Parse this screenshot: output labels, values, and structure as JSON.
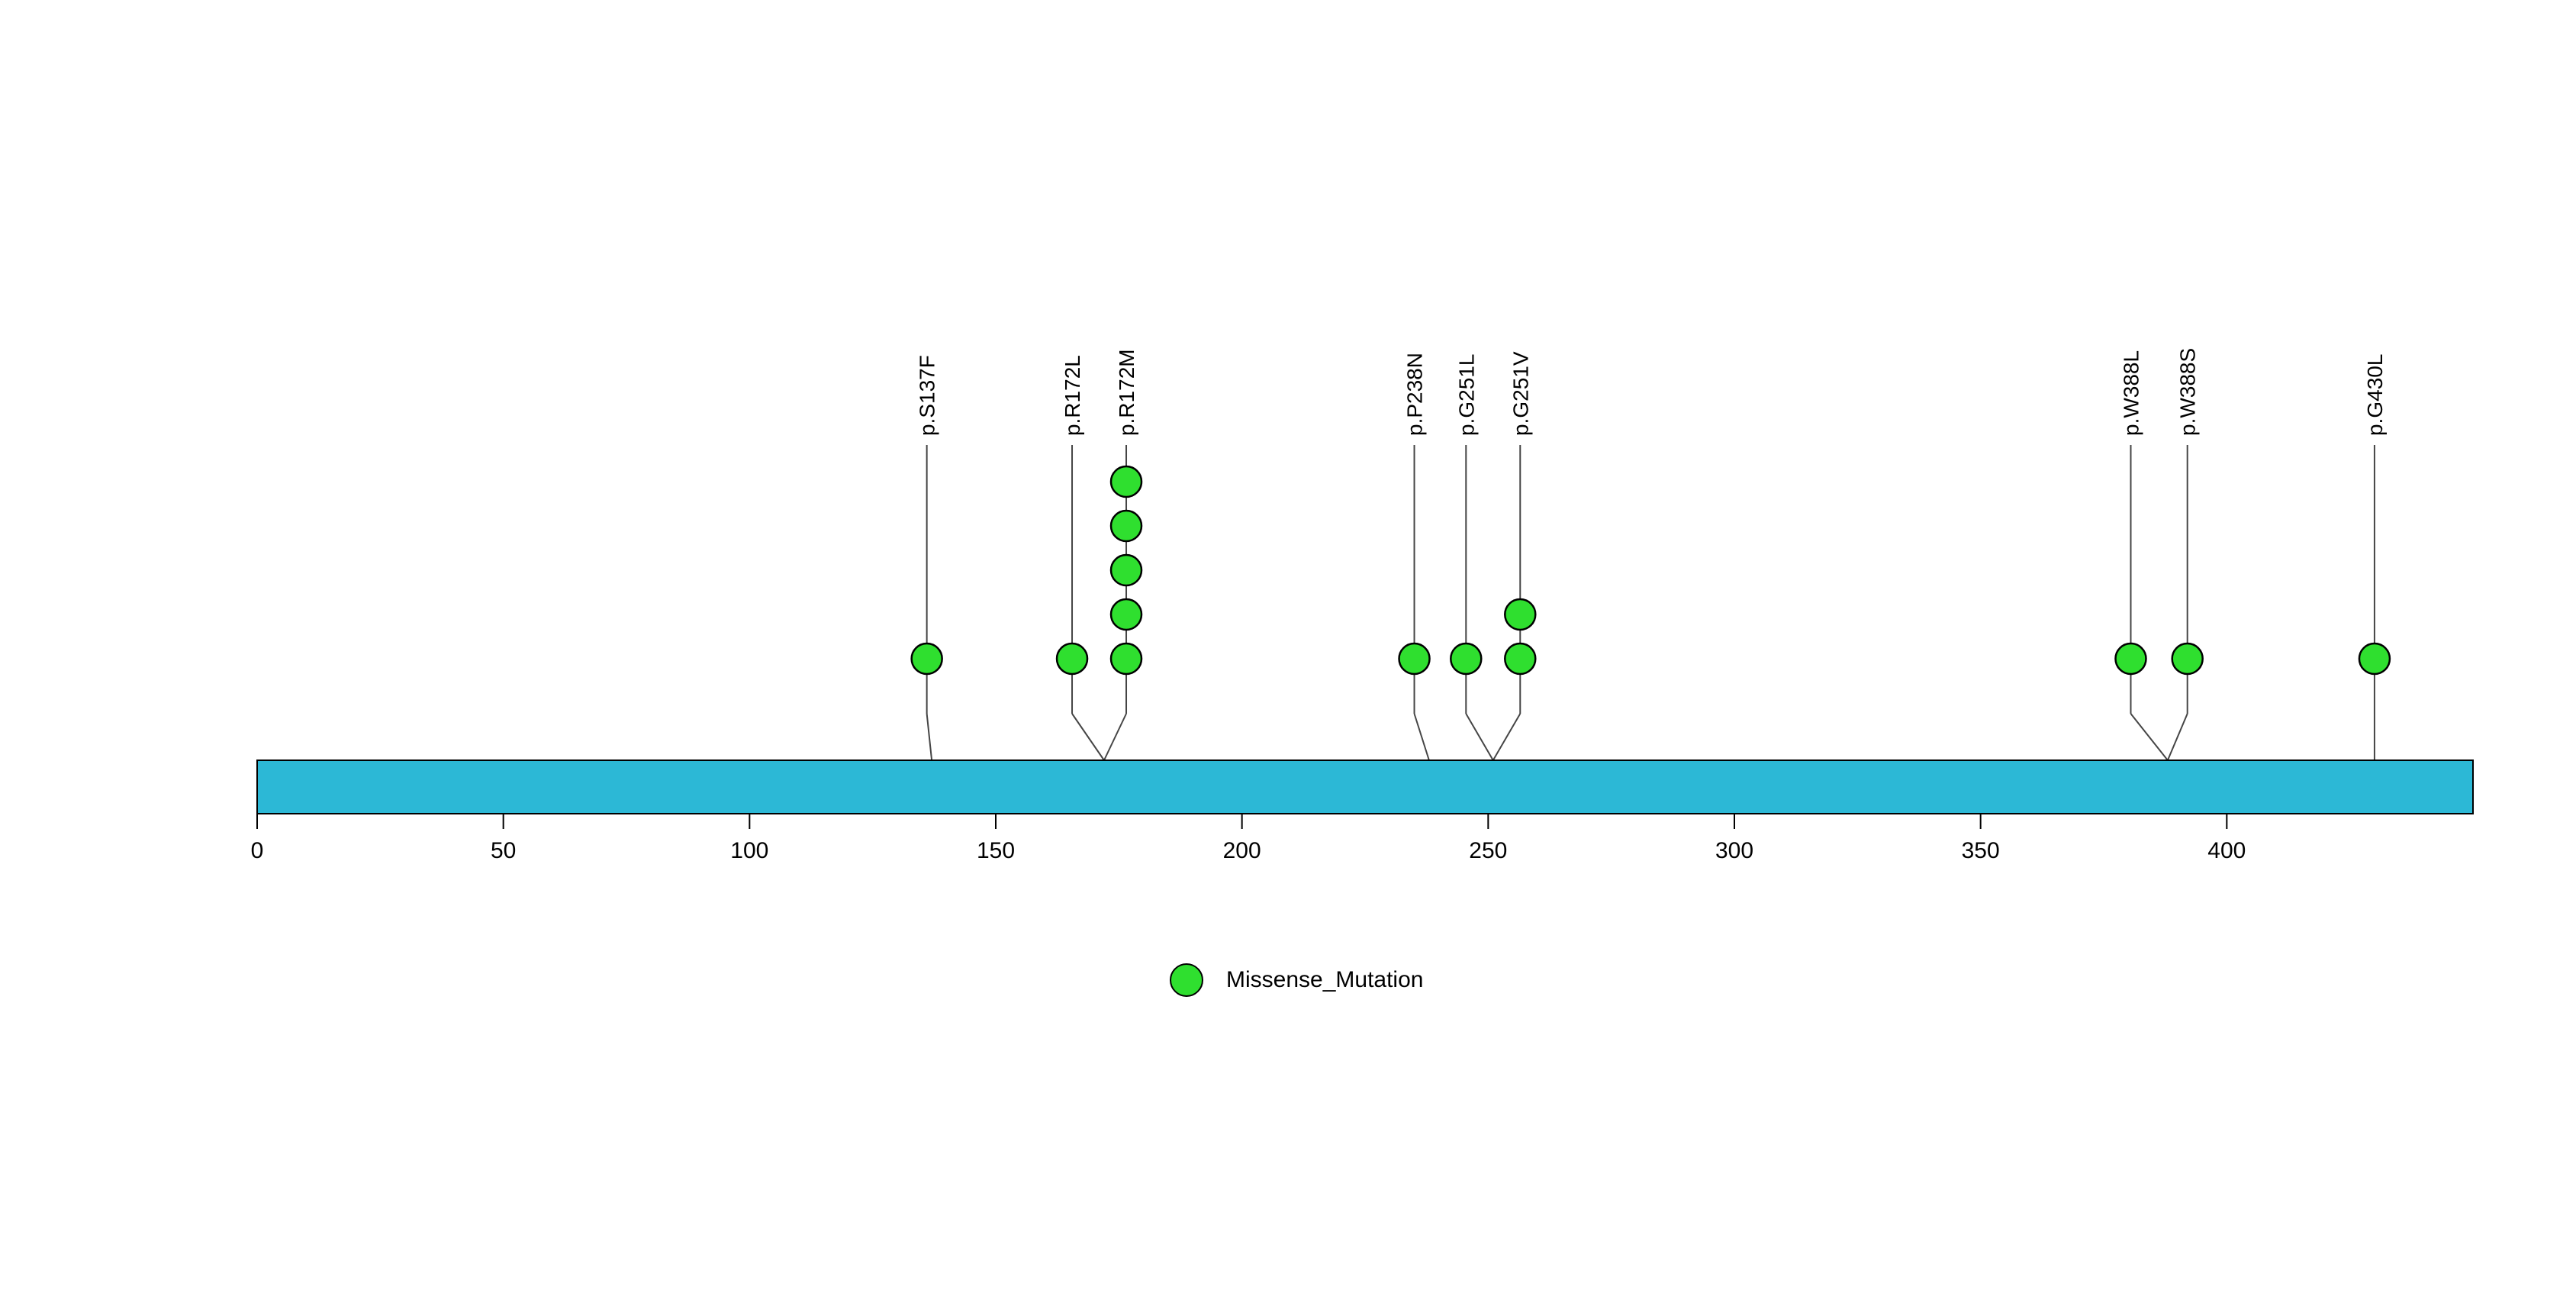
{
  "page": {
    "background": "#ffffff"
  },
  "chart_data": {
    "type": "lollipop",
    "title": "",
    "xlabel": "",
    "ylabel": "",
    "grid": false,
    "protein": {
      "start": 0,
      "end": 450
    },
    "xlim": [
      0,
      450
    ],
    "x_ticks": [
      0,
      50,
      100,
      150,
      200,
      250,
      300,
      350,
      400
    ],
    "bar_color": "#2CB8D6",
    "stem_color": "#454545",
    "circle_outline_color": "#000000",
    "mutations": [
      {
        "label": "p.S137F",
        "position": 137,
        "label_position": 136,
        "count": 1,
        "type": "Missense_Mutation"
      },
      {
        "label": "p.R172L",
        "position": 172,
        "label_position": 165.5,
        "count": 1,
        "type": "Missense_Mutation"
      },
      {
        "label": "p.R172M",
        "position": 172,
        "label_position": 176.5,
        "count": 5,
        "type": "Missense_Mutation"
      },
      {
        "label": "p.P238N",
        "position": 238,
        "label_position": 235,
        "count": 1,
        "type": "Missense_Mutation"
      },
      {
        "label": "p.G251L",
        "position": 251,
        "label_position": 245.5,
        "count": 1,
        "type": "Missense_Mutation"
      },
      {
        "label": "p.G251V",
        "position": 251,
        "label_position": 256.5,
        "count": 2,
        "type": "Missense_Mutation"
      },
      {
        "label": "p.W388L",
        "position": 388,
        "label_position": 380.5,
        "count": 1,
        "type": "Missense_Mutation"
      },
      {
        "label": "p.W388S",
        "position": 388,
        "label_position": 392,
        "count": 1,
        "type": "Missense_Mutation"
      },
      {
        "label": "p.G430L",
        "position": 430,
        "label_position": 430,
        "count": 1,
        "type": "Missense_Mutation"
      }
    ],
    "legend": [
      {
        "label": "Missense_Mutation",
        "color": "#2FDF2F",
        "shape": "circle"
      }
    ],
    "legend_position": "bottom-left-of-center"
  }
}
